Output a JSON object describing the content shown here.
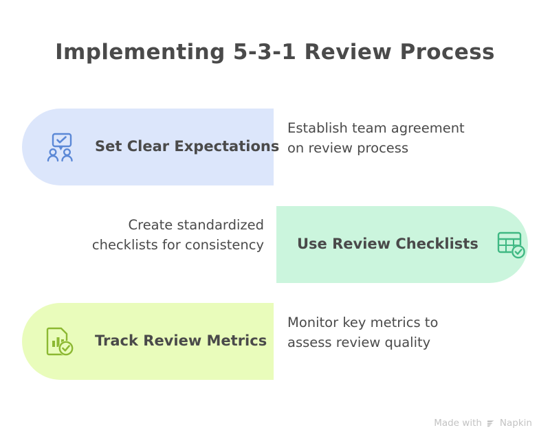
{
  "title": "Implementing 5-3-1 Review Process",
  "colors": {
    "text": "#4a4a4a",
    "background": "#ffffff",
    "row1_fill": "#dce6fb",
    "row1_icon": "#5b88d6",
    "row2_fill": "#cbf5dd",
    "row2_icon": "#3fb883",
    "row3_fill": "#e9fcbb",
    "row3_icon": "#8cb832",
    "footer_text": "#c3c3c3"
  },
  "rows": [
    {
      "label": "Set Clear Expectations",
      "description": "Establish team agreement on review process",
      "icon": "speech-bubble-check-people-icon",
      "pill_side": "left",
      "fill": "#dce6fb",
      "icon_color": "#5b88d6"
    },
    {
      "label": "Use Review Checklists",
      "description": "Create standardized checklists for consistency",
      "icon": "table-checklist-check-icon",
      "pill_side": "right",
      "fill": "#cbf5dd",
      "icon_color": "#3fb883"
    },
    {
      "label": "Track Review Metrics",
      "description": "Monitor key metrics to assess review quality",
      "icon": "document-bar-chart-check-icon",
      "pill_side": "left",
      "fill": "#e9fcbb",
      "icon_color": "#8cb832"
    }
  ],
  "footer": {
    "made_with": "Made with",
    "brand": "Napkin"
  }
}
